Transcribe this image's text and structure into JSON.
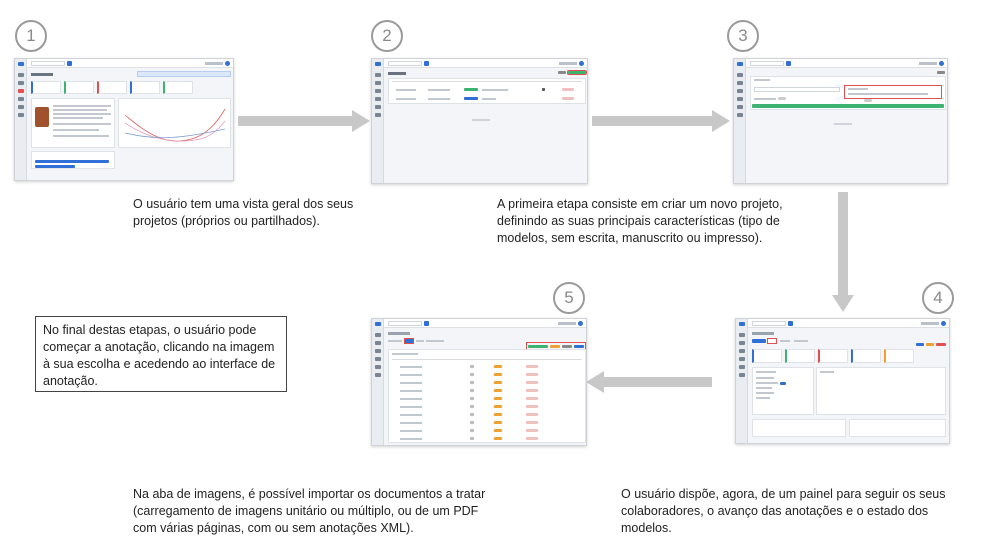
{
  "steps": [
    "1",
    "2",
    "3",
    "4",
    "5"
  ],
  "captions": {
    "step1": "O usuário tem uma vista geral dos seus projetos (próprios ou partilhados).",
    "step2": "A primeira etapa consiste em criar um novo projeto, definindo as suas principais características (tipo de modelos, sem escrita, manuscrito ou impresso).",
    "step4": "O usuário dispõe, agora, de um painel para seguir os seus colaboradores, o avanço das anotações e o estado dos modelos.",
    "step5": "Na aba de imagens, é possível importar os documentos a tratar (carregamento de imagens unitário ou múltiplo, ou de um PDF com várias páginas, com ou sem anotações XML).",
    "final_note": "No final destas etapas, o usuário pode começar a anotação, clicando na imagem à sua escolha e acedendo ao interface de anotação."
  },
  "colors": {
    "arrow": "#c8c8c8",
    "step_circle": "#9a9a9a",
    "accent_blue": "#2f6fd6",
    "accent_green": "#3cb371",
    "accent_orange": "#f0a030",
    "accent_red": "#e05050"
  }
}
